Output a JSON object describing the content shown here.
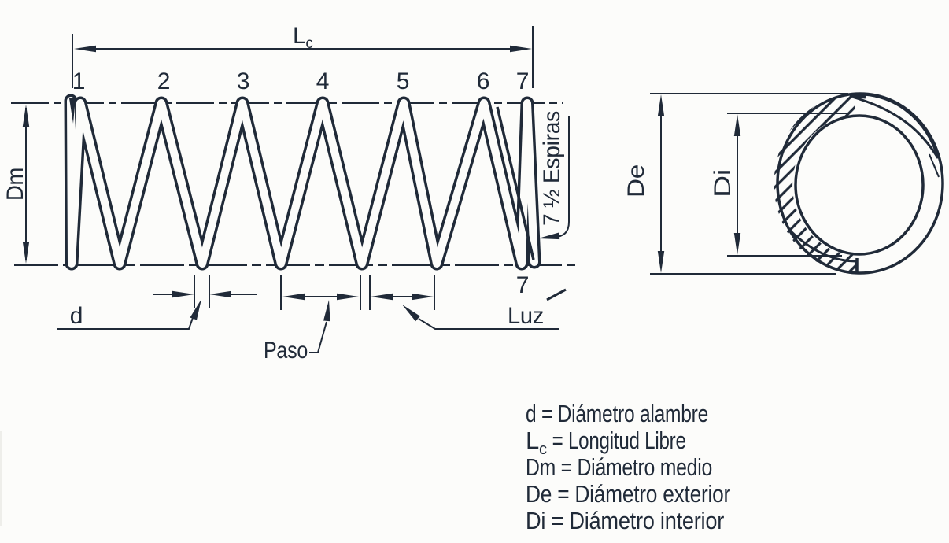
{
  "colors": {
    "ink": "#202a38",
    "background": "#fcfcfa"
  },
  "side_view": {
    "free_length": {
      "symbol": "L",
      "subscript": "c"
    },
    "coil_numbers": [
      "1",
      "2",
      "3",
      "4",
      "5",
      "6",
      "7"
    ],
    "mean_diameter_label": "Dm",
    "coils_note": "7 ½ Espiras",
    "last_coil_number": "7",
    "wire_diameter_label": "d",
    "pitch_label": "Paso",
    "gap_label": "Luz"
  },
  "section_view": {
    "outer_diameter_label": "De",
    "inner_diameter_label": "Di"
  },
  "legend": {
    "wire": "d = Diámetro alambre",
    "free_length": {
      "symbol": "L",
      "subscript": "c",
      "rest": "= Longitud Libre"
    },
    "mean": "Dm = Diámetro medio",
    "outer": "De = Diámetro exterior",
    "inner": "Di = Diámetro interior"
  }
}
